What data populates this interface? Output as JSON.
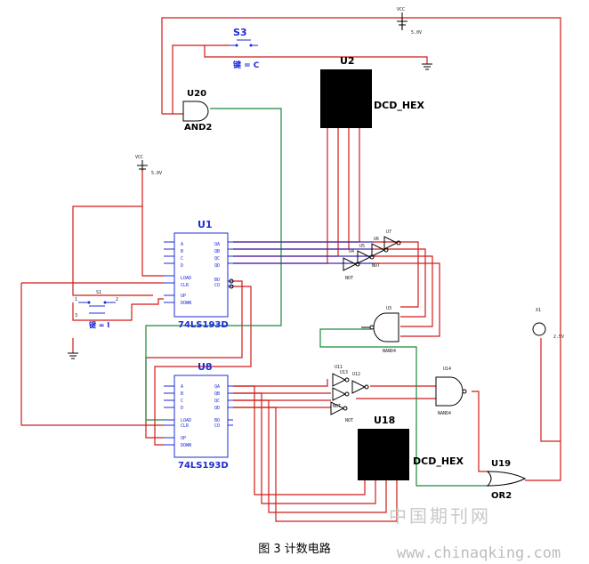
{
  "labels": {
    "s3": "S3",
    "s3_key": "键 = C",
    "vcc_top": "VCC",
    "vcc_top_value": "5.0V",
    "u2": "U2",
    "dcd_hex_1": "DCD_HEX",
    "u20": "U20",
    "and2": "AND2",
    "vcc_mid": "VCC",
    "vcc_mid_value": "5.0V",
    "u1": "U1",
    "u1_part": "74LS193D",
    "s1": "S1",
    "s1_key": "键 = I",
    "u7": "U7",
    "u6": "U6",
    "u5": "U5",
    "u4": "U4",
    "not1": "NOT",
    "not2": "NOT",
    "u3": "U3",
    "nand_top": "NAND4",
    "x1": "X1",
    "x1_value": "2.5V",
    "u8": "U8",
    "u8_part": "74LS193D",
    "u11": "U11",
    "u12": "U12",
    "u13": "U13",
    "not3": "NOT",
    "not4": "NOT",
    "u14": "U14",
    "nand_bot": "NAND4",
    "u18": "U18",
    "dcd_hex_2": "DCD_HEX",
    "u19": "U19",
    "or2": "OR2",
    "pins_left": [
      "A",
      "B",
      "C",
      "D",
      "LOAD",
      "CLR",
      "UP",
      "DOWN"
    ],
    "pins_right": [
      "QA",
      "QB",
      "QC",
      "QD",
      "BO",
      "CO"
    ]
  },
  "caption": "图 3    计数电路",
  "watermark_cn": "中国期刊网",
  "watermark_url": "www.chinaqking.com",
  "colors": {
    "wire_main": "#d11a1a",
    "wire_alt": "#1a8a3a",
    "label_blue": "#1d2bd6",
    "display_fill": "#000000"
  }
}
